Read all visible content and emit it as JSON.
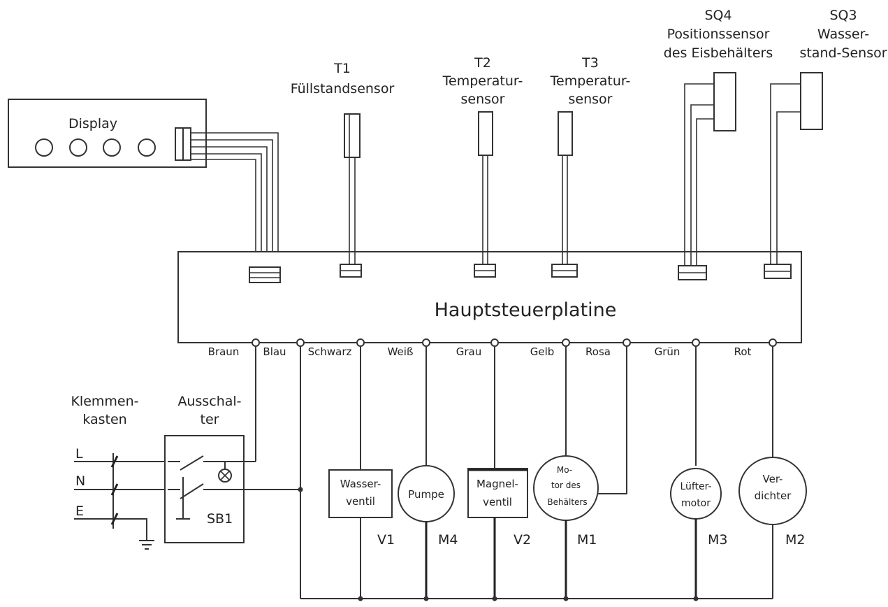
{
  "board": {
    "label": "Hauptsteuerplatine"
  },
  "display": {
    "label": "Display"
  },
  "sensors": {
    "t1": {
      "code": "T1",
      "name": "Füllstandsensor"
    },
    "t2": {
      "code": "T2",
      "line1": "Temperatur-",
      "line2": "sensor"
    },
    "t3": {
      "code": "T3",
      "line1": "Temperatur-",
      "line2": "sensor"
    },
    "sq4": {
      "code": "SQ4",
      "line1": "Positionssensor",
      "line2": "des Eisbehälters"
    },
    "sq3": {
      "code": "SQ3",
      "line1": "Wasser-",
      "line2": "stand-Sensor"
    }
  },
  "wires": [
    "Braun",
    "Blau",
    "Schwarz",
    "Weiß",
    "Grau",
    "Gelb",
    "Rosa",
    "Grün",
    "Rot"
  ],
  "terminal_box": {
    "line1": "Klemmen-",
    "line2": "kasten",
    "L": "L",
    "N": "N",
    "E": "E"
  },
  "switch": {
    "line1": "Ausschal-",
    "line2": "ter",
    "code": "SB1"
  },
  "components": {
    "water_valve": {
      "line1": "Wasser-",
      "line2": "ventil",
      "code": "V1"
    },
    "pump": {
      "label": "Pumpe",
      "code": "M4"
    },
    "solenoid_valve": {
      "line1": "Magnel-",
      "line2": "ventil",
      "code": "V2"
    },
    "bin_motor": {
      "line1": "Mo-",
      "line2": "tor des",
      "line3": "Behälters",
      "code": "M1"
    },
    "fan_motor": {
      "line1": "Lüfter-",
      "line2": "motor",
      "code": "M3"
    },
    "compressor": {
      "line1": "Ver-",
      "line2": "dichter",
      "code": "M2"
    }
  }
}
